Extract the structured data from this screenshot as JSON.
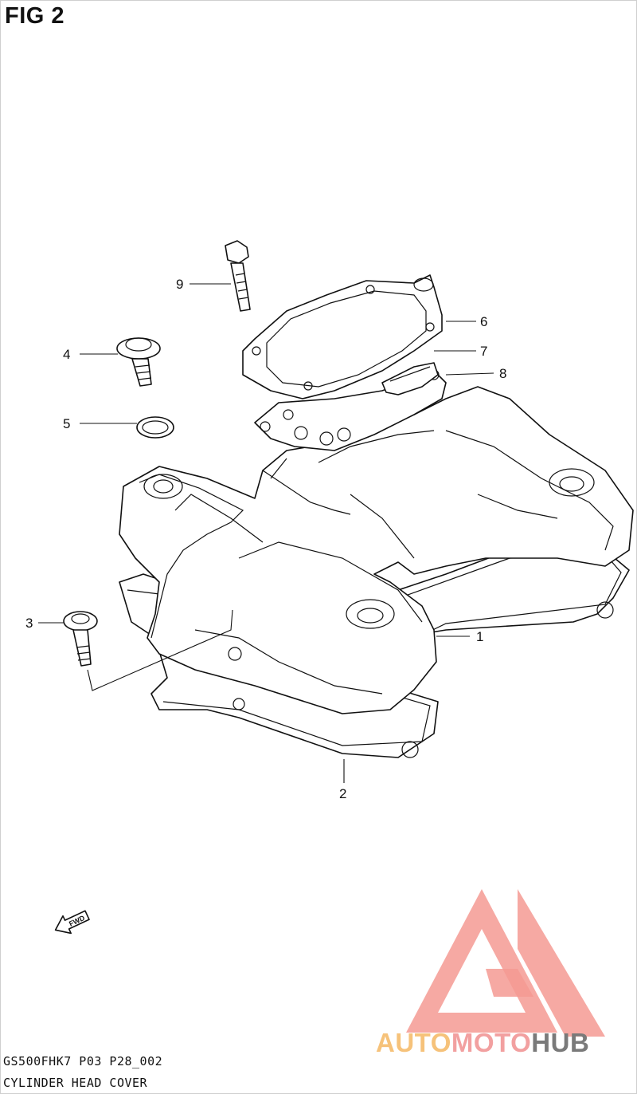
{
  "figure": {
    "title": "FIG 2",
    "code_line": "GS500FHK7 P03 P28_002",
    "caption": "CYLINDER HEAD COVER"
  },
  "callouts": [
    "1",
    "2",
    "3",
    "4",
    "5",
    "6",
    "7",
    "8",
    "9"
  ],
  "fwd_label": "FWD",
  "watermark": {
    "part1": "AUTO",
    "part2": "MOTO",
    "part3": "HUB",
    "colors": {
      "auto": "#f6c27a",
      "moto": "#f2a0a0",
      "hub": "#7a7a7a",
      "logo": "#f49a93"
    }
  }
}
